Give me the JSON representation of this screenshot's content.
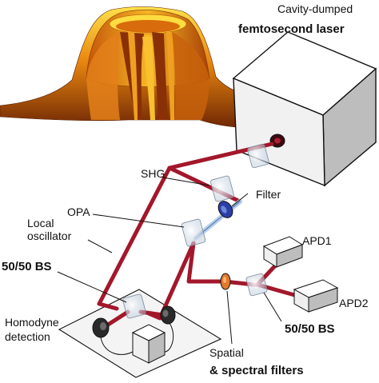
{
  "diagram": {
    "labels": {
      "laser_line1": "Cavity-dumped",
      "laser_line2": "femtosecond laser",
      "shg": "SHG",
      "filter": "Filter",
      "opa": "OPA",
      "local_osc_line1": "Local",
      "local_osc_line2": "oscillator",
      "bs_left": "50/50 BS",
      "apd1": "APD1",
      "apd2": "APD2",
      "homodyne_line1": "Homodyne",
      "homodyne_line2": "detection",
      "bs_right": "50/50 BS",
      "spatial_line1": "Spatial",
      "spatial_line2": "& spectral filters"
    },
    "colors": {
      "beam_red": "#a3172b",
      "beam_blue": "#8fb8e0",
      "surface_peak": "#ffd23a",
      "surface_mid": "#e07a10",
      "surface_base": "#7a2c05",
      "box_face": "#f4f4f4",
      "box_side": "#bdbdbd",
      "table_plate": "#f2f2f2",
      "filter_orange": "#e07a2e",
      "filter_blue": "#2b3ea8",
      "detector_dark": "#2a2a2a"
    }
  }
}
